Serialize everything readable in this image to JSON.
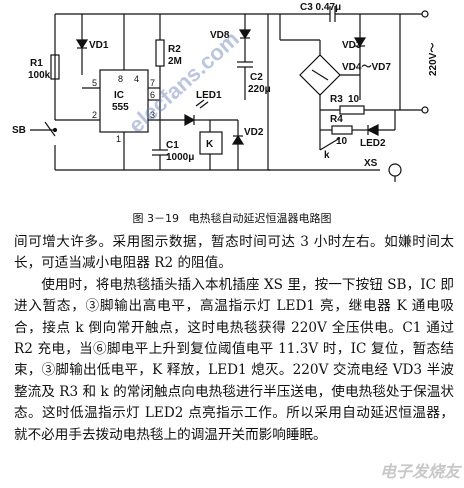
{
  "diagram": {
    "labels": {
      "vd1": "VD1",
      "r1": "R1",
      "r1_val": "100k",
      "ic": "IC",
      "ic_model": "555",
      "pin_8": "8",
      "pin_4": "4",
      "pin_5": "5",
      "pin_2": "2",
      "pin_7": "7",
      "pin_6": "6",
      "pin_3": "3",
      "pin_1": "1",
      "r2": "R2",
      "r2_val": "2M",
      "led1": "LED1",
      "k_relay": "K",
      "vd2": "VD2",
      "c1": "C1",
      "c1_val": "1000μ",
      "sb": "SB",
      "vd8": "VD8",
      "c2": "C2",
      "c2_val": "220μ",
      "c3": "C3 0.47μ",
      "vd3": "VD3",
      "vd47": "VD4～VD7",
      "v220": "220V～",
      "r3": "R3",
      "r3_val": "10",
      "r4": "R4",
      "r4_val": "10",
      "led2": "LED2",
      "k_contact": "k",
      "xs": "XS",
      "watermark": "elecfans.com"
    }
  },
  "caption": {
    "fig_no": "图 3－19",
    "title": "电热毯自动延迟恒温器电路图"
  },
  "body": {
    "p1": "间可增大许多。采用图示数据，暂态时间可达 3 小时左右。如嫌时间太长，可适当减小电阻器 R2 的阻值。",
    "p2": "使用时，将电热毯插头插入本机插座 XS 里，按一下按钮 SB，IC 即进入暂态，③脚输出高电平，高温指示灯 LED1 亮，继电器 K 通电吸合，接点 k 倒向常开触点，这时电热毯获得 220V 全压供电。C1 通过 R2 充电，当⑥脚电平上升到复位阈值电平 11.3V 时，IC 复位，暂态结束，③脚输出低电平，K 释放，LED1 熄灭。220V 交流电经 VD3 半波整流及 R3 和 k 的常闭触点向电热毯进行半压送电，使电热毯处于保温状态。这时低温指示灯 LED2 点亮指示工作。所以采用自动延迟恒温器，就不必用手去拨动电热毯上的调温开关而影响睡眠。"
  },
  "page_watermark": "电子发烧友"
}
